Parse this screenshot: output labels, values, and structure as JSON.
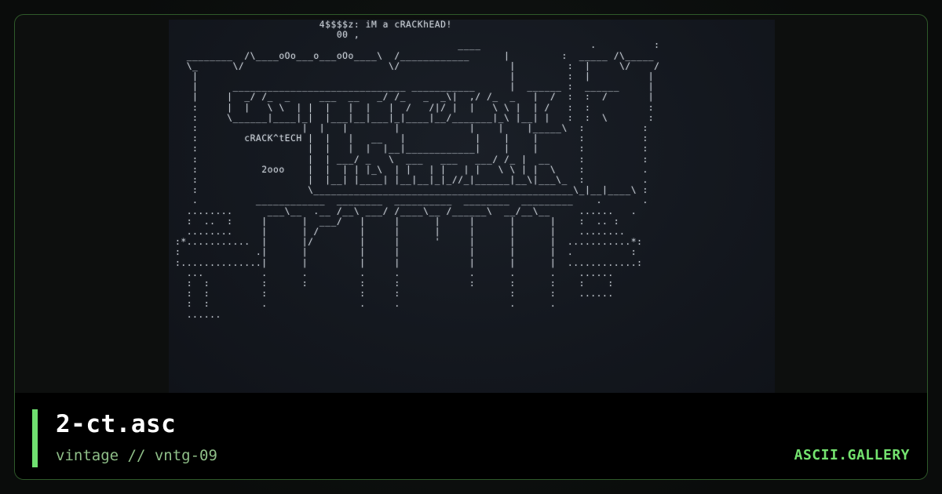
{
  "artwork": {
    "name": "ascii-art-preview",
    "ascii_lines": [
      "                         4$$$$z: iM a cRACKhEAD!",
      "                            00 ,",
      "                                                 ____                   .          :",
      "  ________  /\\____oOo___o___oOo____\\  /____________      |         :  _____ /\\_____",
      "  \\_      \\/                         \\/                   |         :  |     \\/    /",
      "   |                                                      |         :  |          |",
      "   |      ______________________________ ___________      |  ______ :  ______     |",
      "   |     |  _/ /_  _     ___  __   _/ /_   _  _\\|  ,/ /_  _   |  /  :  :  /       |",
      "   :     |  |   \\ \\  | |  |   |  |   |  /   /|/ |  |   \\ \\ |  | /   :  :          :",
      "   :     \\______|____|_|  |___|__|___|_|____|__/_______|_\\ |__| |   :  :  \\       :",
      "   :                  |  |   |        |            |    |    |_____\\  :          :",
      "   :        cRACK^tECH |  |   |   __   |            |    |    |       :          :",
      "   :                   |  |   |  |  |__|____________|    |    |       :          :",
      "   :                   |  | ___/ _   \\  ___   ___   ___/ /_ |  __     :          :",
      "   :           2ooo    |  |  | | |_\\  | |   | |   | |   \\ \\ | |  \\    :          .",
      "   :                   |  |__| |____| |__|__|_|_//_|______|__\\|___\\_  :          .",
      "   :                   \\_____________________________________________\\_|__|____\\ :",
      "   .          ____________  ________  __________  ________  _________    .       .",
      "  ........      ___\\__  .__ /__\\ ___/ /____\\__ /______\\  __/__\\__     ......   .",
      "  :  ..  :     |      |  ___/   |     |      |     |      |      |    :  .. :",
      "  ........     |      | /       |     |      |     |      |      |    ........",
      ":*...........  |      |/        |     |      '     |      |      |  ...........*:",
      ":             .|      |         |     |            |      |      |  .          :",
      ":..............|      |         |     |            |      |      |  ............:",
      "  ...          .      .         .     .            .      .      .    ......",
      "  :  :         :      :         :     :            :      :      :    :    :",
      "  :  :         :                :     :                   :      :    ......",
      "  :  :         .                .     .                   .      .",
      "  ......"
    ]
  },
  "footer": {
    "title": "2-ct.asc",
    "subtitle": "vintage // vntg-09",
    "brand": "ASCII.GALLERY"
  },
  "colors": {
    "accent": "#6fe070",
    "frame_border": "#2f5a2a",
    "subtitle": "#8fbf88",
    "brand": "#74e36f"
  }
}
